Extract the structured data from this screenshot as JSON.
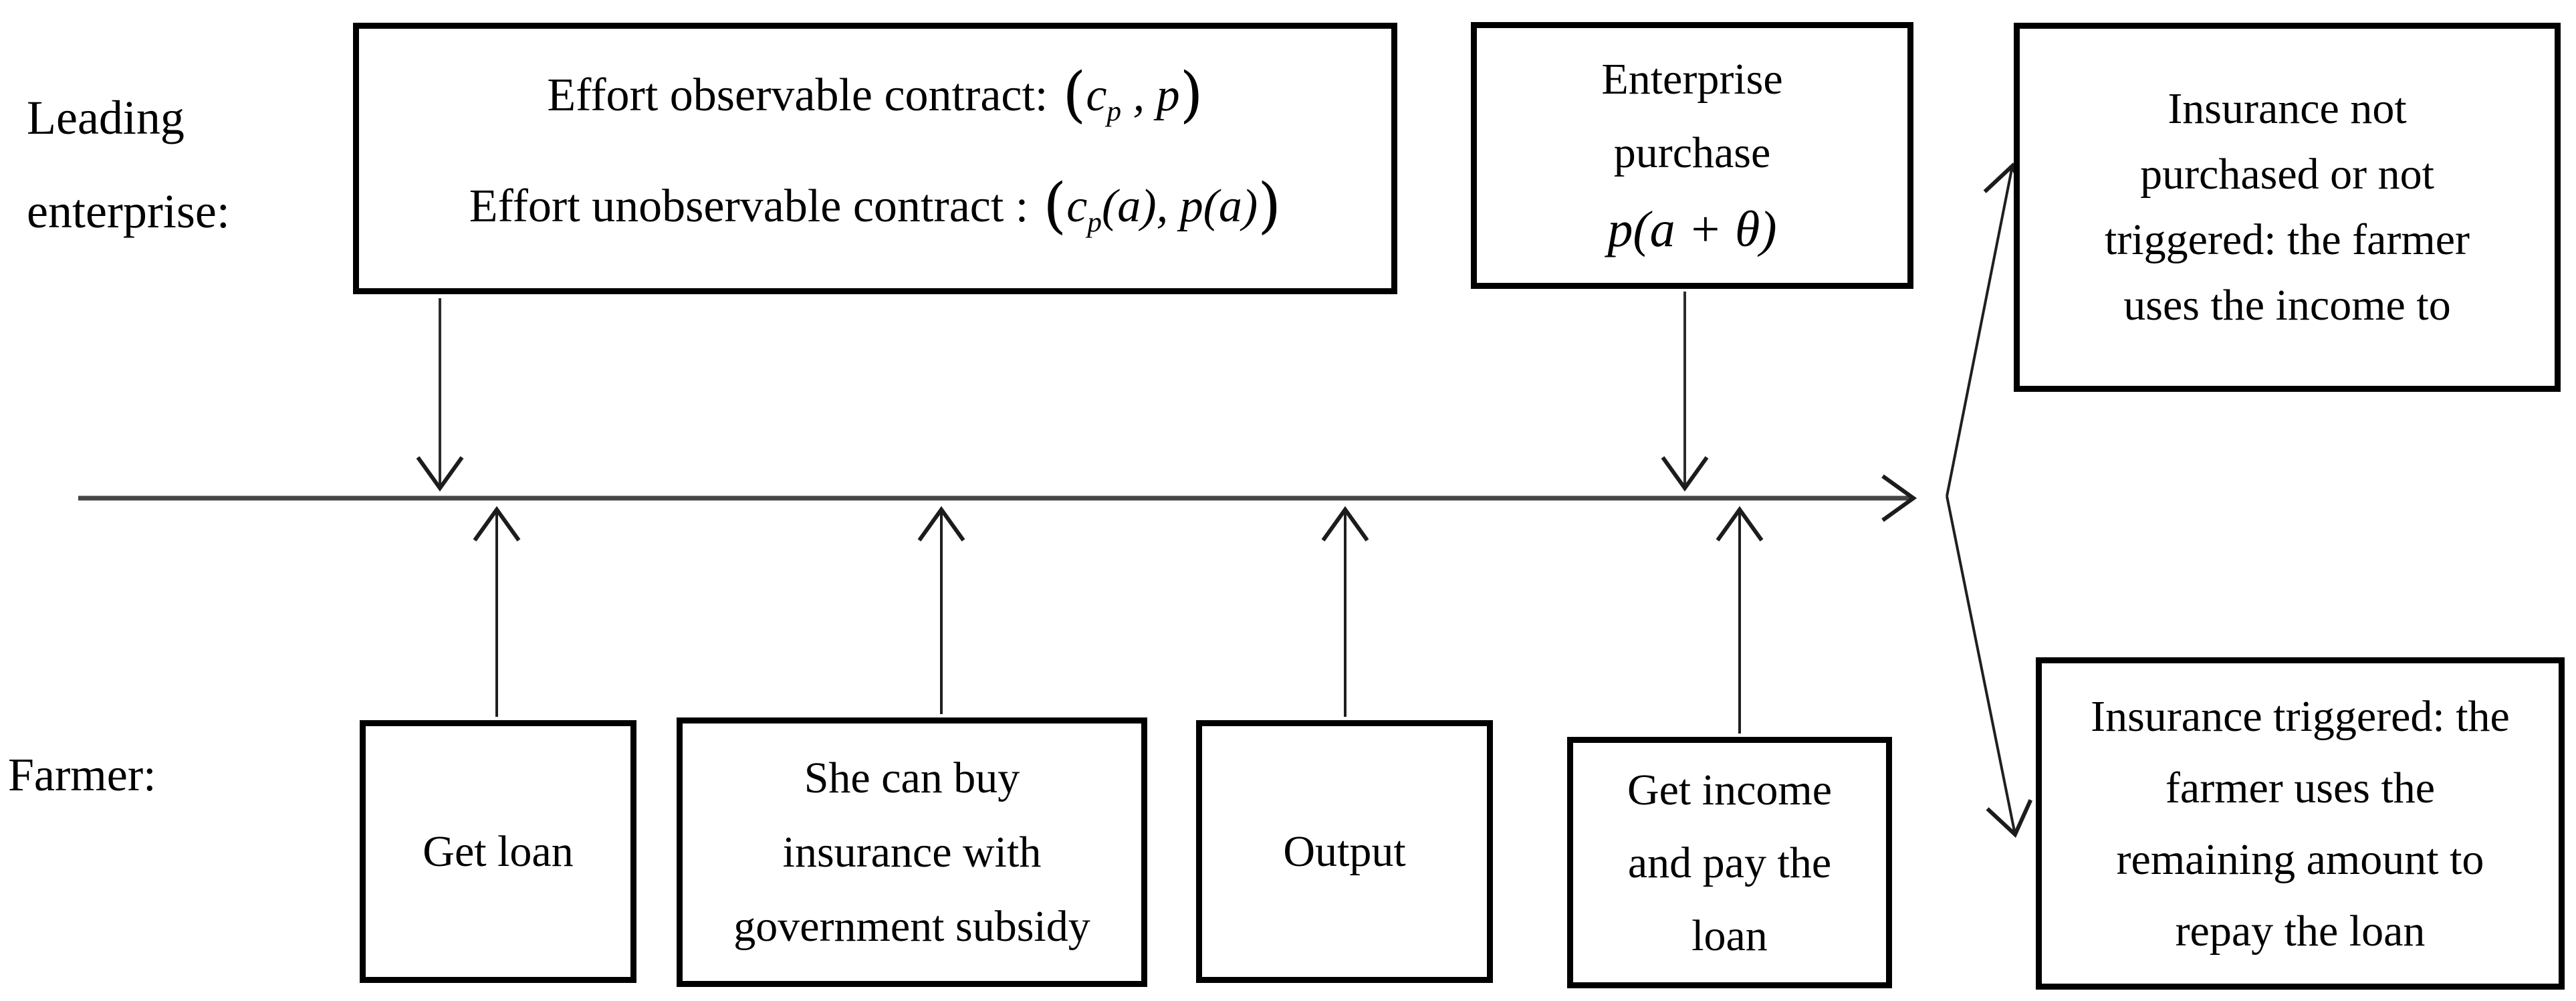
{
  "colors": {
    "background": "#ffffff",
    "ink": "#000000",
    "timeline": "#454545"
  },
  "actors": {
    "enterprise": {
      "lines": [
        "Leading",
        "enterprise:"
      ]
    },
    "farmer": {
      "label": "Farmer:"
    }
  },
  "enterprise_row": {
    "contracts_box": {
      "line1_label": "Effort observable contract:",
      "line1_formula": {
        "open": "(",
        "var1": "c",
        "var1_sub": "p",
        "sep": " , ",
        "var2": "p",
        "close": ")"
      },
      "line2_label": "Effort unobservable contract :",
      "line2_formula": {
        "open": "(",
        "var1": "c",
        "var1_sub": "p",
        "arg1": "(a)",
        "sep": ", ",
        "var2": "p",
        "arg2": "(a)",
        "close": ")"
      }
    },
    "purchase_box": {
      "lines": [
        "Enterprise",
        "purchase"
      ],
      "formula": "p(a + θ)"
    }
  },
  "farmer_row": {
    "get_loan_box": {
      "label": "Get loan"
    },
    "insurance_box": {
      "lines": [
        "She can buy",
        "insurance with",
        "government subsidy"
      ]
    },
    "output_box": {
      "label": "Output"
    },
    "income_box": {
      "lines": [
        "Get income",
        "and pay the",
        "loan"
      ]
    }
  },
  "outcomes": {
    "not_triggered_box": {
      "lines": [
        "Insurance not",
        "purchased or not",
        "triggered: the farmer",
        "uses the income to"
      ]
    },
    "triggered_box": {
      "lines": [
        "Insurance triggered: the",
        "farmer uses the",
        "remaining amount to",
        "repay the loan"
      ]
    }
  }
}
